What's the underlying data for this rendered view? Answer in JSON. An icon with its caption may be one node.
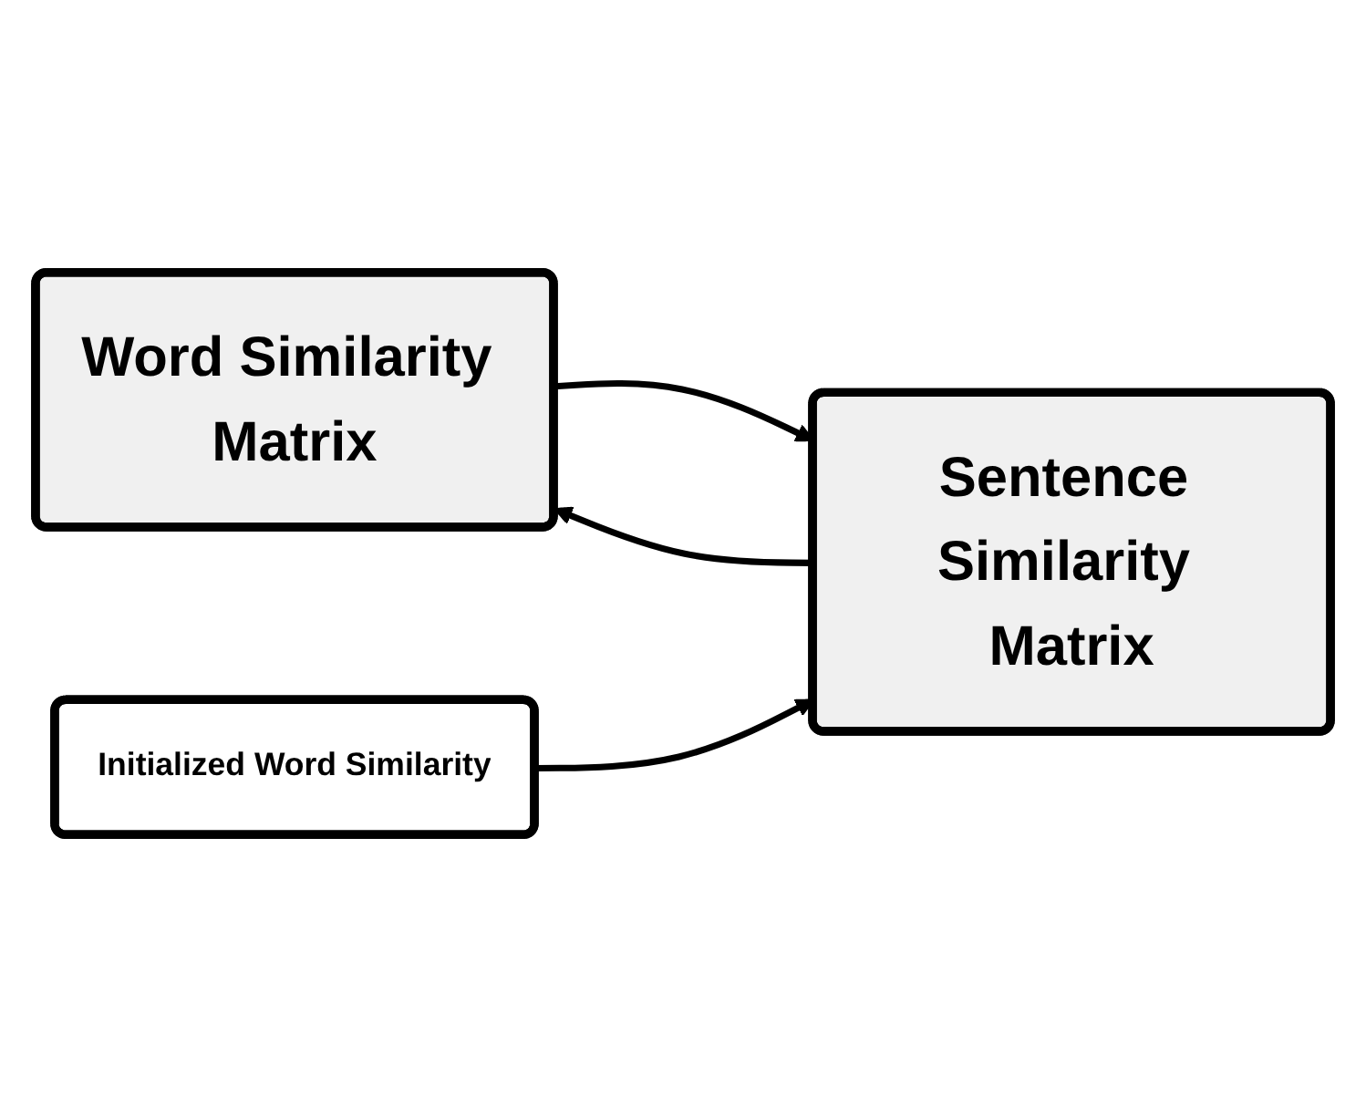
{
  "diagram": {
    "nodes": [
      {
        "text": [
          "Word Similarity Matrix"
        ]
      },
      {
        "text": [
          "Sentence Similarity Matrix"
        ]
      },
      {
        "text": [
          "Initialized Word Similarity"
        ]
      }
    ],
    "edges": [
      {
        "from": 0,
        "to": 1,
        "arrow": "to"
      },
      {
        "from": 1,
        "to": 0,
        "arrow": "to"
      },
      {
        "from": 2,
        "to": 1,
        "arrow": "to"
      }
    ]
  }
}
